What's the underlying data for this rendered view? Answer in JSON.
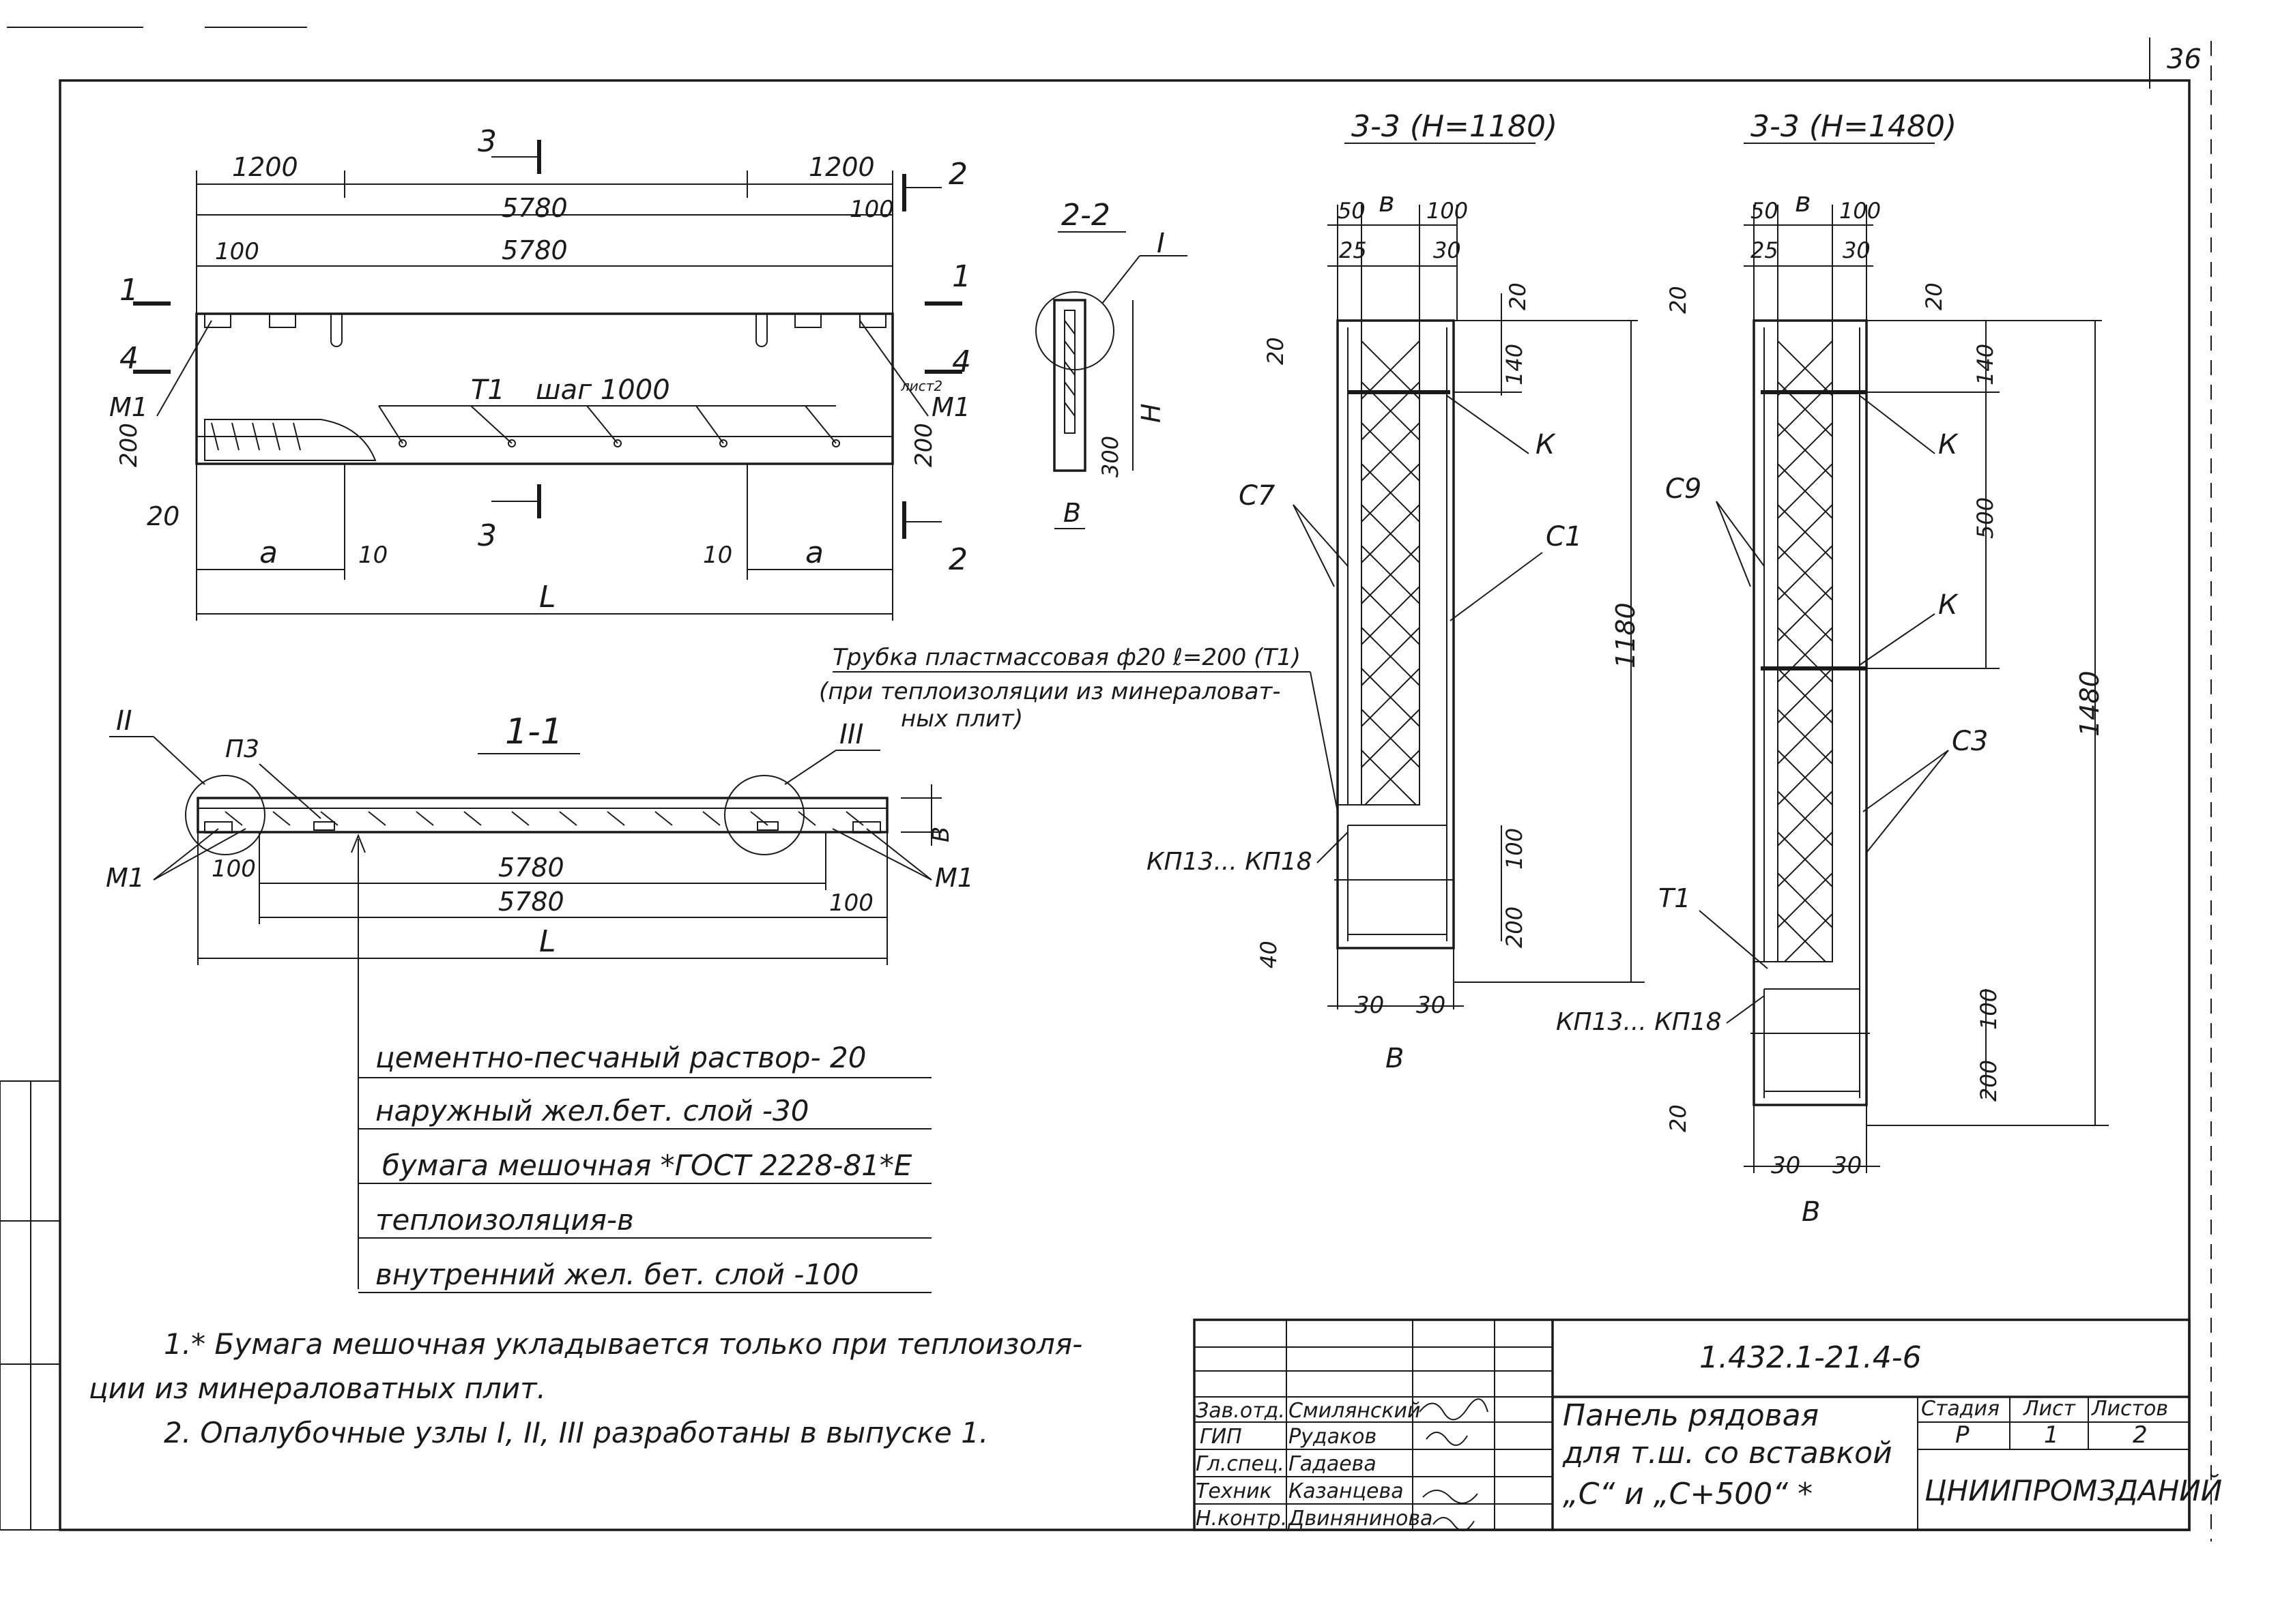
{
  "page_number": "36",
  "plan": {
    "dim_top_left": "1200",
    "dim_top_right": "1200",
    "dim_overall_top": "5780",
    "dim_inner": "5780",
    "dim_100_left": "100",
    "dim_100_right": "100",
    "marker_1_left": "1",
    "marker_1_right": "1",
    "marker_4_left": "4",
    "marker_4_right": "4",
    "marker_3_top": "3",
    "marker_3_bottom": "3",
    "marker_2_top": "2",
    "marker_2_bottom": "2",
    "m1_left": "М1",
    "m1_right": "М1",
    "liner_label": "лист2",
    "t1_label": "Т1",
    "step_label": "шаг 1000",
    "dim_200_left": "200",
    "dim_200_right": "200",
    "dim_20": "20",
    "dim_a_left": "a",
    "dim_a_right": "a",
    "dim_10_left": "10",
    "dim_10_right": "10",
    "dim_L": "L"
  },
  "section22": {
    "title": "2-2",
    "node": "I",
    "dim_H": "H",
    "dim_300": "300",
    "dim_B": "В"
  },
  "section11": {
    "title": "1-1",
    "node_II": "II",
    "node_III": "III",
    "p3": "П3",
    "m1_left": "М1",
    "m1_right": "М1",
    "dim_100_left": "100",
    "dim_100_right": "100",
    "dim_5780a": "5780",
    "dim_5780b": "5780",
    "dim_L": "L",
    "dim_B": "В"
  },
  "tube_note": {
    "line1": "Трубка пластмассовая ф20 ℓ=200 (Т1)",
    "line2": "(при теплоизоляции из минераловат-",
    "line3": "ных плит)"
  },
  "layers": [
    "цементно-песчаный раствор- 20",
    "наружный жел.бет. слой -30",
    "бумага мешочная *ГОСТ 2228-81*Е",
    "теплоизоляция-в",
    "внутренний жел. бет. слой -100"
  ],
  "section33a": {
    "title": "3-3 (H=1180)",
    "dim_50": "50",
    "dim_b": "в",
    "dim_100": "100",
    "dim_25": "25",
    "dim_30": "30",
    "dim_20_left": "20",
    "dim_20_right": "20",
    "dim_140": "140",
    "label_K": "К",
    "label_C7": "С7",
    "label_C1": "С1",
    "dim_1180": "1180",
    "dim_100_bottom": "100",
    "dim_200": "200",
    "dim_40": "40",
    "kp": "КП13... КП18",
    "dim_30a": "30",
    "dim_30b": "30",
    "dim_B": "В"
  },
  "section33b": {
    "title": "3-3 (H=1480)",
    "dim_50": "50",
    "dim_b": "в",
    "dim_100": "100",
    "dim_25": "25",
    "dim_30": "30",
    "dim_20_left": "20",
    "dim_20_right": "20",
    "dim_140": "140",
    "dim_500": "500",
    "label_K1": "К",
    "label_K2": "К",
    "label_C9": "С9",
    "label_C3": "С3",
    "label_T1": "Т1",
    "dim_1480": "1480",
    "dim_100_bottom": "100",
    "dim_200": "200",
    "dim_20_bottom": "20",
    "kp": "КП13... КП18",
    "dim_30a": "30",
    "dim_30b": "30",
    "dim_B": "В"
  },
  "notes": {
    "n1a": "1.* Бумага мешочная укладывается только при теплоизоля-",
    "n1b": "ции из минераловатных плит.",
    "n2": "2. Опалубочные узлы I, II, III разработаны в выпуске 1."
  },
  "title_block": {
    "code": "1.432.1-21.4-6",
    "roles": [
      "Зав.отд.",
      "ГИП",
      "Гл.спец.",
      "Техник",
      "Н.контр."
    ],
    "names": [
      "Смилянский",
      "Рудаков",
      "Гадаева",
      "Казанцева",
      "Двинянинова"
    ],
    "desc1": "Панель рядовая",
    "desc2": "для т.ш. со вставкой",
    "desc3": "„С“ и „С+500“ *",
    "stage_label": "Стадия",
    "sheet_label": "Лист",
    "sheets_label": "Листов",
    "stage": "Р",
    "sheet": "1",
    "sheets": "2",
    "org": "ЦНИИПРОМЗДАНИЙ"
  }
}
